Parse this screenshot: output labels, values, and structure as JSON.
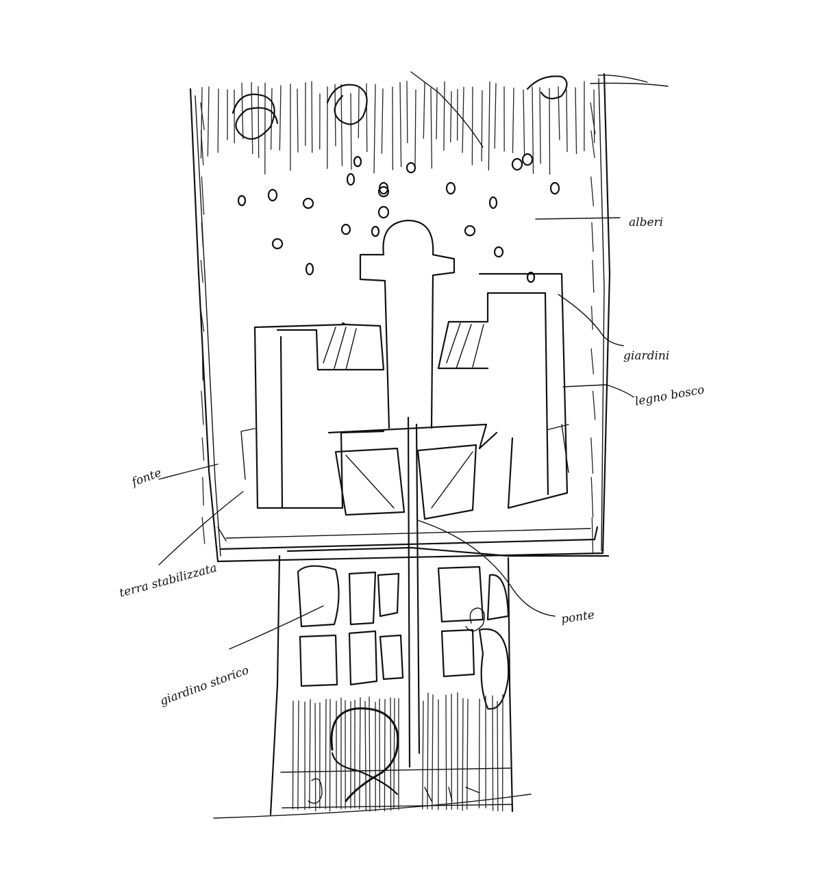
{
  "labels": {
    "alberi": "alberi",
    "giardini": "giardini",
    "legno_bosco": "legno bosco",
    "fonte": "fonte",
    "terra_stabilizzata": "terra stabilizzata",
    "ponte": "ponte",
    "giardino_storico": "giardino storico"
  },
  "colors": {
    "ink": "#111111",
    "paper": "#ffffff"
  }
}
